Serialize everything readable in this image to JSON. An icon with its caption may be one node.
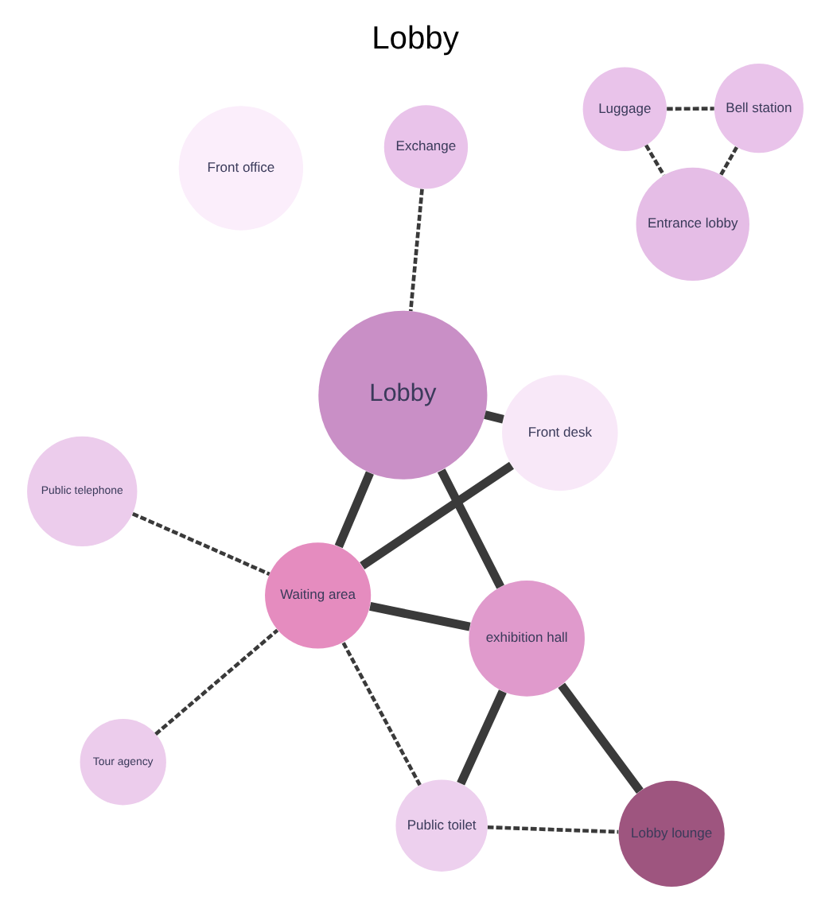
{
  "diagram": {
    "title": "Lobby",
    "nodes": [
      {
        "text": [
          "Front office"
        ]
      },
      {
        "text": [
          "Luggage"
        ]
      },
      {
        "text": [
          "Exchange"
        ]
      },
      {
        "text": [
          "Bell station"
        ]
      },
      {
        "text": [
          "Front desk"
        ]
      },
      {
        "text": [
          "Entrance lobby"
        ]
      },
      {
        "text": [
          "Tour agency"
        ]
      },
      {
        "text": [
          "Waiting area"
        ]
      },
      {
        "text": [
          "Lobby"
        ]
      },
      {
        "text": [
          "Public telephone"
        ]
      },
      {
        "text": [
          "Public toilet"
        ]
      },
      {
        "text": [
          "exhibition hall"
        ]
      },
      {
        "text": [
          "Lobby lounge"
        ]
      }
    ],
    "edges": [
      {
        "from": 2,
        "to": 8,
        "arrow": "none",
        "style": "dashed"
      },
      {
        "from": 1,
        "to": 3,
        "arrow": "none",
        "style": "dashed"
      },
      {
        "from": 1,
        "to": 5,
        "arrow": "none",
        "style": "dashed"
      },
      {
        "from": 3,
        "to": 5,
        "arrow": "none",
        "style": "dashed"
      },
      {
        "from": 4,
        "to": 8,
        "arrow": "none",
        "style": "thick"
      },
      {
        "from": 4,
        "to": 7,
        "arrow": "none",
        "style": "thick"
      },
      {
        "from": 6,
        "to": 7,
        "arrow": "none",
        "style": "dashed"
      },
      {
        "from": 9,
        "to": 7,
        "arrow": "none",
        "style": "dashed"
      },
      {
        "from": 7,
        "to": 8,
        "arrow": "none",
        "style": "thick"
      },
      {
        "from": 10,
        "to": 7,
        "arrow": "none",
        "style": "dashed"
      },
      {
        "from": 7,
        "to": 11,
        "arrow": "none",
        "style": "thick"
      },
      {
        "from": 11,
        "to": 8,
        "arrow": "none",
        "style": "thick"
      },
      {
        "from": 10,
        "to": 11,
        "arrow": "none",
        "style": "thick"
      },
      {
        "from": 11,
        "to": 12,
        "arrow": "none",
        "style": "thick"
      },
      {
        "from": 10,
        "to": 12,
        "arrow": "none",
        "style": "dashed"
      }
    ]
  }
}
